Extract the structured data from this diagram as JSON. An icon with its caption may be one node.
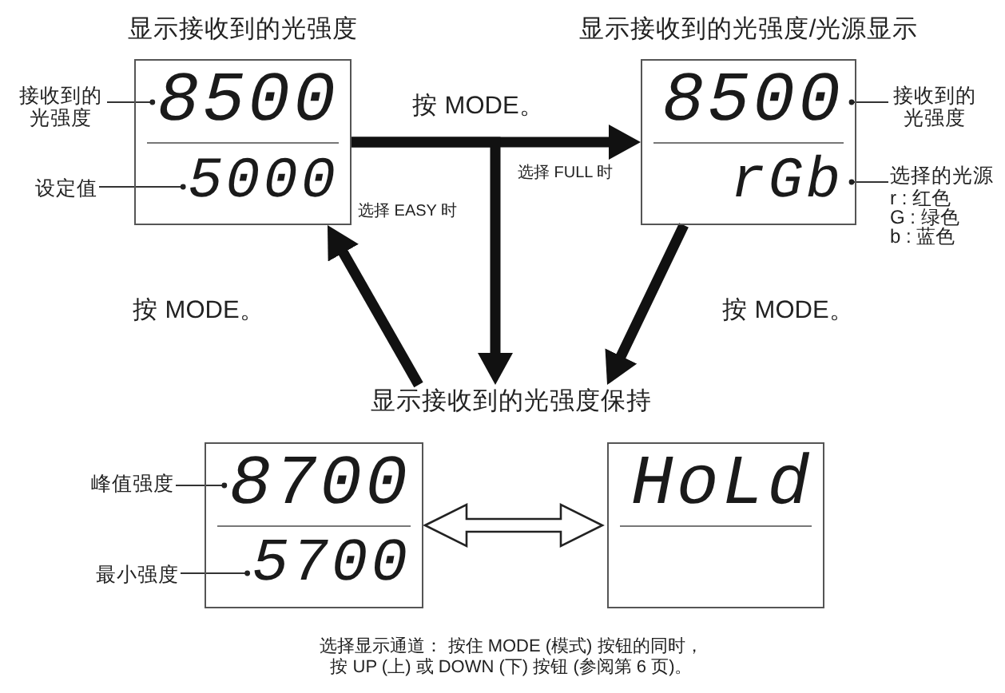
{
  "diagram": {
    "caption": "选择显示通道： 按住 MODE (模式) 按钮的同时，按 UP (上) 或 DOWN (下) 按钮 (参阅第 6 页)。",
    "nodes": [
      {
        "text": [
          "显示接收到的光强度"
        ]
      },
      {
        "text": [
          "8500"
        ],
        "in": 0
      },
      {
        "text": [
          "5000"
        ],
        "in": 0
      },
      {
        "text": [
          "显示接收到的光强度/光源显示"
        ]
      },
      {
        "text": [
          "8500"
        ],
        "in": 3
      },
      {
        "text": [
          "rGb"
        ],
        "in": 3
      },
      {
        "text": [
          "接收到的光强度"
        ]
      },
      {
        "text": [
          "设定值"
        ]
      },
      {
        "text": [
          "接收到的光强度"
        ]
      },
      {
        "text": [
          "选择的光源",
          "r : 红色",
          "G : 绿色",
          "b : 蓝色"
        ]
      },
      {
        "text": [
          "显示接收到的光强度保持"
        ]
      },
      {
        "text": [],
        "shape": "box"
      },
      {
        "text": [
          "8700"
        ],
        "in": 11
      },
      {
        "text": [
          "5700"
        ],
        "in": 11
      },
      {
        "text": [],
        "shape": "box"
      },
      {
        "text": [
          "HoLd"
        ],
        "in": 14
      },
      {
        "text": [
          "峰值强度"
        ]
      },
      {
        "text": [
          "最小强度"
        ]
      }
    ],
    "edges": [
      {
        "from": 0,
        "to": 3,
        "arrow": "to",
        "style": "thick",
        "label": "选择 FULL 时"
      },
      {
        "from": 0,
        "to": 10,
        "arrow": "to",
        "style": "thick",
        "label": "选择 EASY 时"
      },
      {
        "from": 3,
        "to": 10,
        "arrow": "to",
        "style": "thick",
        "label": "按 MODE。"
      },
      {
        "from": 10,
        "to": 0,
        "arrow": "to",
        "style": "thick",
        "label": "按 MODE。"
      },
      {
        "from": 11,
        "to": 14,
        "arrow": "both"
      },
      {
        "from": 6,
        "to": 1,
        "arrow": "other"
      },
      {
        "from": 7,
        "to": 2,
        "arrow": "other"
      },
      {
        "from": 8,
        "to": 4,
        "arrow": "other"
      },
      {
        "from": 9,
        "to": 5,
        "arrow": "other"
      },
      {
        "from": 16,
        "to": 12,
        "arrow": "other"
      },
      {
        "from": 17,
        "to": 13,
        "arrow": "other"
      }
    ],
    "labels": [
      "按 MODE。"
    ]
  }
}
